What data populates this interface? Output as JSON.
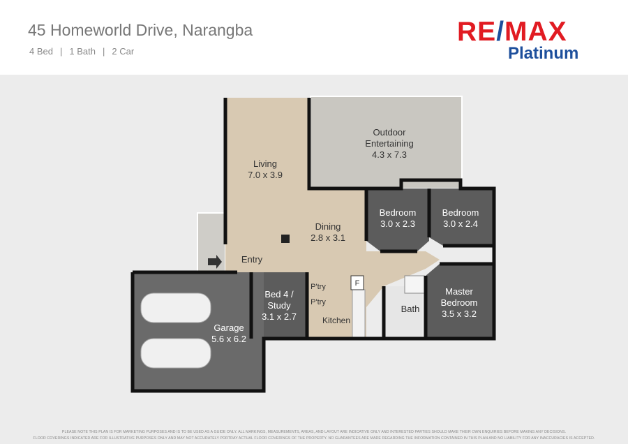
{
  "header": {
    "title": "45 Homeworld Drive, Narangba",
    "features": [
      "4 Bed",
      "1 Bath",
      "2 Car"
    ],
    "separator": "|"
  },
  "logo": {
    "text_left": "RE",
    "slash": "/",
    "text_right": "MAX",
    "sub": "Platinum",
    "colors": {
      "red": "#e11b22",
      "blue": "#1d4f9c"
    }
  },
  "rooms": {
    "outdoor": {
      "name": "Outdoor",
      "name2": "Entertaining",
      "size": "4.3 x 7.3"
    },
    "living": {
      "name": "Living",
      "size": "7.0 x 3.9"
    },
    "dining": {
      "name": "Dining",
      "size": "2.8 x 3.1"
    },
    "bedroom1": {
      "name": "Bedroom",
      "size": "3.0 x 2.3"
    },
    "bedroom2": {
      "name": "Bedroom",
      "size": "3.0 x 2.4"
    },
    "master": {
      "name": "Master",
      "name2": "Bedroom",
      "size": "3.5 x 3.2"
    },
    "bath": {
      "name": "Bath"
    },
    "bed4": {
      "name": "Bed 4 /",
      "name2": "Study",
      "size": "3.1 x 2.7"
    },
    "kitchen": {
      "name": "Kitchen"
    },
    "pantry1": {
      "name": "P'try"
    },
    "pantry2": {
      "name": "P'try"
    },
    "fridge": {
      "name": "F"
    },
    "entry": {
      "name": "Entry"
    },
    "garage": {
      "name": "Garage",
      "size": "5.6 x 6.2"
    }
  },
  "disclaimer": {
    "line1": "PLEASE NOTE THIS PLAN IS FOR MARKETING PURPOSES AND IS TO BE USED AS A GUIDE ONLY.  ALL MARKINGS, MEASUREMENTS, AREAS, AND LAYOUT ARE INDICATIVE ONLY AND INTERESTED PARTIES SHOULD MAKE THEIR OWN ENQUIRIES BEFORE MAKING ANY DECISIONS.",
    "line2": "FLOOR COVERINGS INDICATED ARE FOR ILLUSTRATIVE PURPOSES ONLY AND MAY NOT ACCURATELY PORTRAY ACTUAL FLOOR COVERINGS OF THE PROPERTY.  NO GUARANTEES ARE MADE REGARDING THE INFORMATION CONTAINED IN THIS PLAN AND NO LIABILITY FOR  ANY INACCURACIES IS ACCEPTED."
  }
}
